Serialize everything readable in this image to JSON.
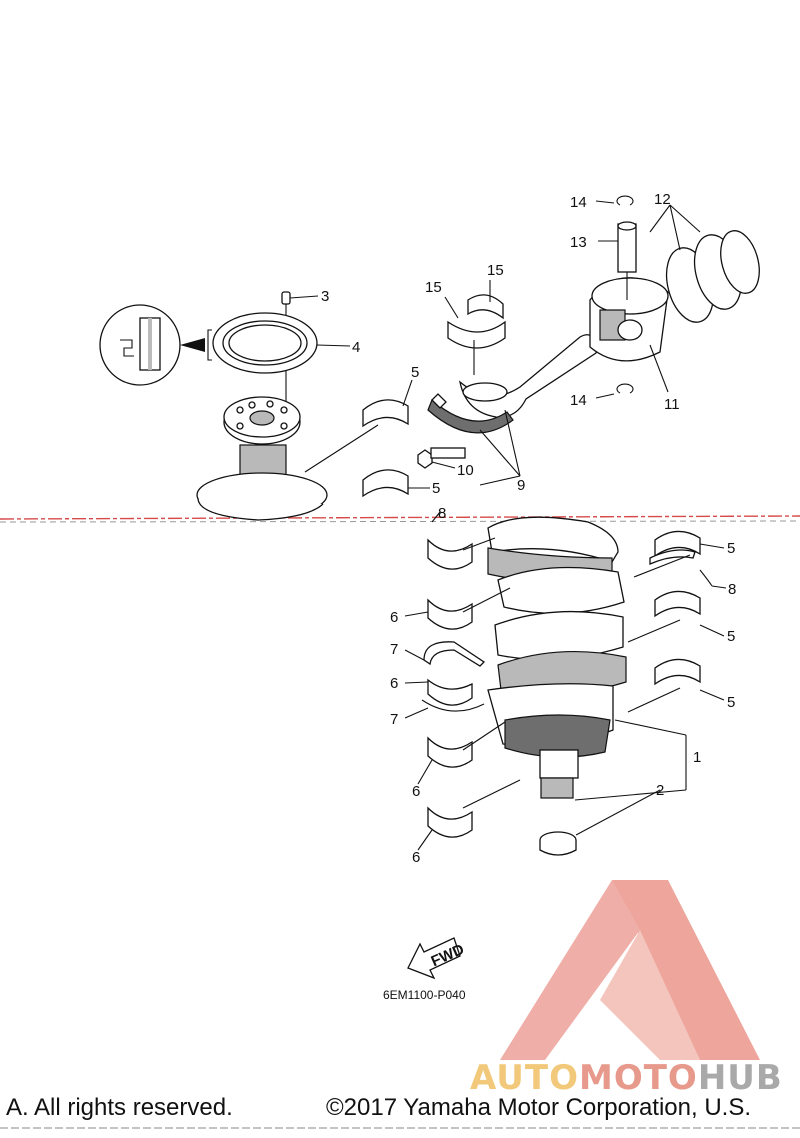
{
  "diagram": {
    "callouts": [
      "1",
      "2",
      "3",
      "4",
      "5",
      "6",
      "7",
      "8",
      "9",
      "10",
      "11",
      "12",
      "13",
      "14",
      "15"
    ],
    "ref_code": "6EM1100-P040",
    "fwd_label": "FWD",
    "copyright_left": "A. All rights reserved.",
    "copyright_right": "©2017 Yamaha Motor Corporation, U.S.",
    "watermark": {
      "part1": "AUTO",
      "part2": "MOTO",
      "part3": "HUB"
    },
    "colors": {
      "watermark_red": "#e8877c",
      "watermark_orange": "#f2c97a",
      "watermark_gray": "#a9a9a9",
      "tear_line": "#d64a4a"
    }
  }
}
